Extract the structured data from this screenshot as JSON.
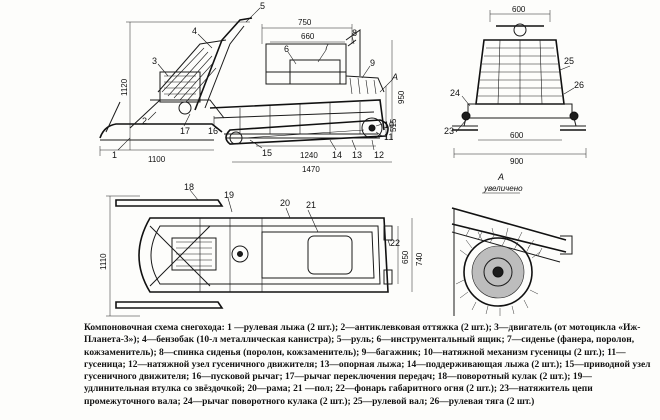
{
  "caption": "Компоновочная схема снегохода: 1 —рулевая лыжа (2 шт.); 2—антиклевковая оттяжка (2 шт.); 3—двигатель (от мотоцикла «Иж-Планета-3»); 4—бензобак (10-л металлическая канистра); 5—руль; 6—инструментальный ящик; 7—сиденье (фанера, поролон, кожзаменитель); 8—спинка сиденья (поролон, кожзаменитель); 9—багажник; 10—натяжной механизм гусеницы (2 шт.); 11—гусеница; 12—натяжной узел гусеничного движителя; 13—опорная лыжа; 14—поддерживающая лыжа (2 шт.); 15—приводной узел гусеничного движителя; 16—пусковой рычаг; 17—рычаг переключения передач; 18—поворотный кулак (2 шт.); 19—удлинительная втулка со звёздочкой; 20—рама; 21 —пол; 22—фонарь габаритного огня (2 шт.); 23—натяжитель цепи промежуточного вала; 24—рычаг поворотного кулака (2 шт.); 25—рулевой вал; 26—рулевая тяга (2 шт.)",
  "side_view": {
    "dims": {
      "top_width": "750",
      "seat_len": "660",
      "height_total": "1120",
      "height_right": "950",
      "height_mid": "515",
      "track_len": "1240",
      "total_len": "1470",
      "ski_len": "1100"
    },
    "labels": [
      "1",
      "2",
      "3",
      "4",
      "5",
      "6",
      "7",
      "8",
      "9",
      "10",
      "11",
      "12",
      "13",
      "14",
      "15",
      "16",
      "17",
      "A"
    ]
  },
  "front_view": {
    "dims": {
      "top": "600",
      "width_a": "600",
      "width_b": "900"
    },
    "labels": [
      "23",
      "24",
      "25",
      "26"
    ]
  },
  "plan_view": {
    "dims": {
      "width": "1110",
      "w_650": "650",
      "w_740": "740"
    },
    "labels": [
      "18",
      "19",
      "20",
      "21",
      "22"
    ]
  },
  "detail_view": {
    "label_a": "A",
    "label_text": "увеличено"
  }
}
